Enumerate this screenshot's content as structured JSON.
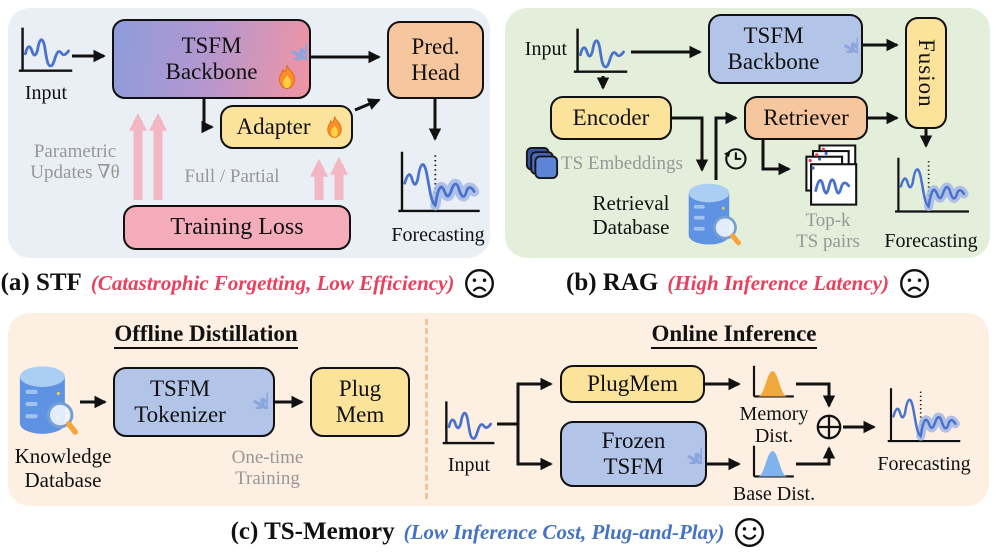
{
  "colors": {
    "panel_a_bg": "#eaeff5",
    "panel_b_bg": "#e4efdb",
    "panel_c_bg": "#fdefe2",
    "blue_box": "#b3c4e9",
    "yellow_box": "#fbe39b",
    "orange_box": "#f6c79e",
    "pink_box": "#f5acba",
    "pink_arrow": "#f3b7c3",
    "series_blue": "#4a72cc",
    "band_blue": "#a3b9e6",
    "memory_dist_orange": "#f2a93b",
    "base_dist_blue": "#7fb3f0",
    "caption_red": "#e8415f",
    "caption_blue": "#4472c4",
    "gray_text": "#979797",
    "snowflake_blue": "#8aa6dc"
  },
  "panel_a": {
    "caption": "(a) STF",
    "caption_note": "(Catastrophic Forgetting, Low Efficiency)",
    "input_label": "Input",
    "backbone_label": "TSFM\nBackbone",
    "pred_head_label": "Pred.\nHead",
    "adapter_label": "Adapter",
    "training_loss_label": "Training Loss",
    "parametric_label": "Parametric\nUpdates ∇θ",
    "full_partial_label": "Full / Partial",
    "forecasting_label": "Forecasting"
  },
  "panel_b": {
    "caption": "(b) RAG",
    "caption_note": "(High Inference Latency)",
    "input_label": "Input",
    "backbone_label": "TSFM\nBackbone",
    "fusion_label": "Fusion",
    "encoder_label": "Encoder",
    "retriever_label": "Retriever",
    "ts_embeddings_label": "TS Embeddings",
    "retrieval_db_label": "Retrieval\nDatabase",
    "topk_label": "Top-k\nTS pairs",
    "forecasting_label": "Forecasting"
  },
  "panel_c": {
    "caption": "(c) TS-Memory",
    "caption_note": "(Low Inference Cost, Plug-and-Play)",
    "offline_title": "Offline Distillation",
    "online_title": "Online Inference",
    "knowledge_db_label": "Knowledge\nDatabase",
    "tokenizer_label": "TSFM\nTokenizer",
    "plug_mem_label": "Plug\nMem",
    "one_time_label": "One-time\nTraining",
    "input_label": "Input",
    "plugmem_label": "PlugMem",
    "frozen_label": "Frozen\nTSFM",
    "memory_dist_label": "Memory\nDist.",
    "base_dist_label": "Base Dist.",
    "forecasting_label": "Forecasting"
  }
}
